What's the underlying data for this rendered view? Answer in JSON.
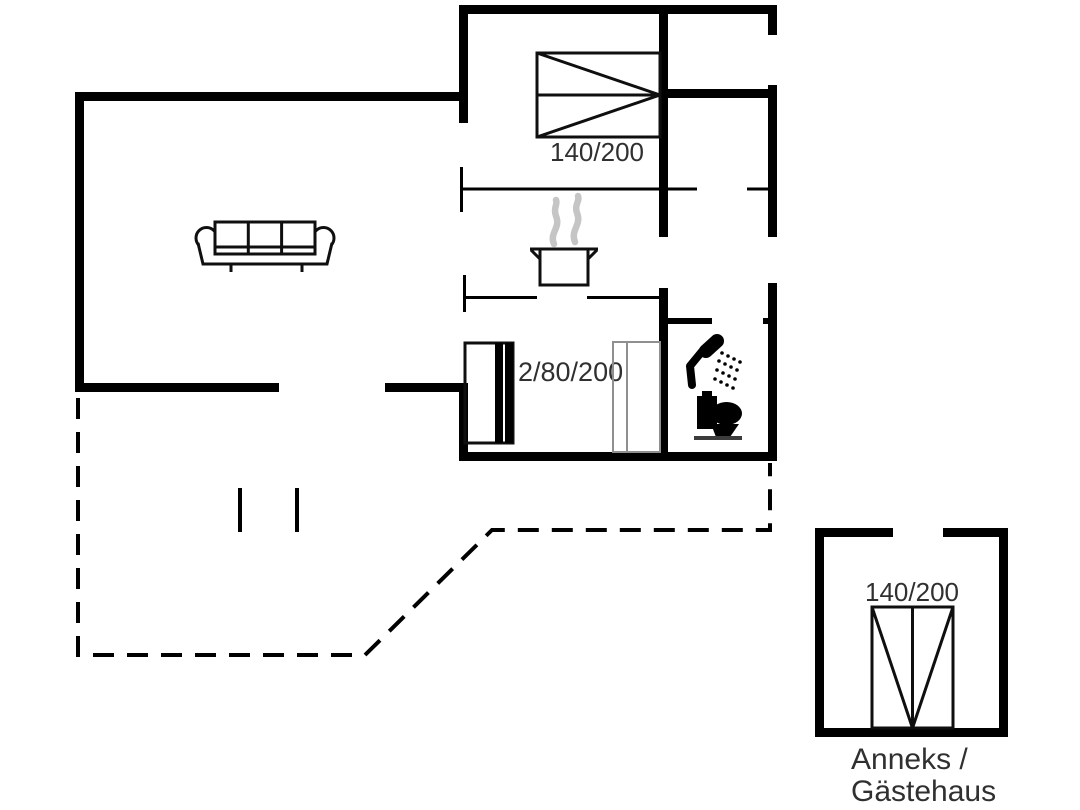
{
  "plan": {
    "labels": {
      "main_double_bed_size": "140/200",
      "bunk_bed_size": "2/80/200",
      "annex_bed_size": "140/200"
    },
    "annex": {
      "name_line1": "Anneks /",
      "name_line2": "Gästehaus"
    }
  },
  "colors": {
    "wall": "#000000",
    "line": "#0f0f0f",
    "text": "#303030",
    "steam": "#c5c5c5",
    "wardrobe": "#8f8f8f",
    "bg": "#ffffff"
  }
}
